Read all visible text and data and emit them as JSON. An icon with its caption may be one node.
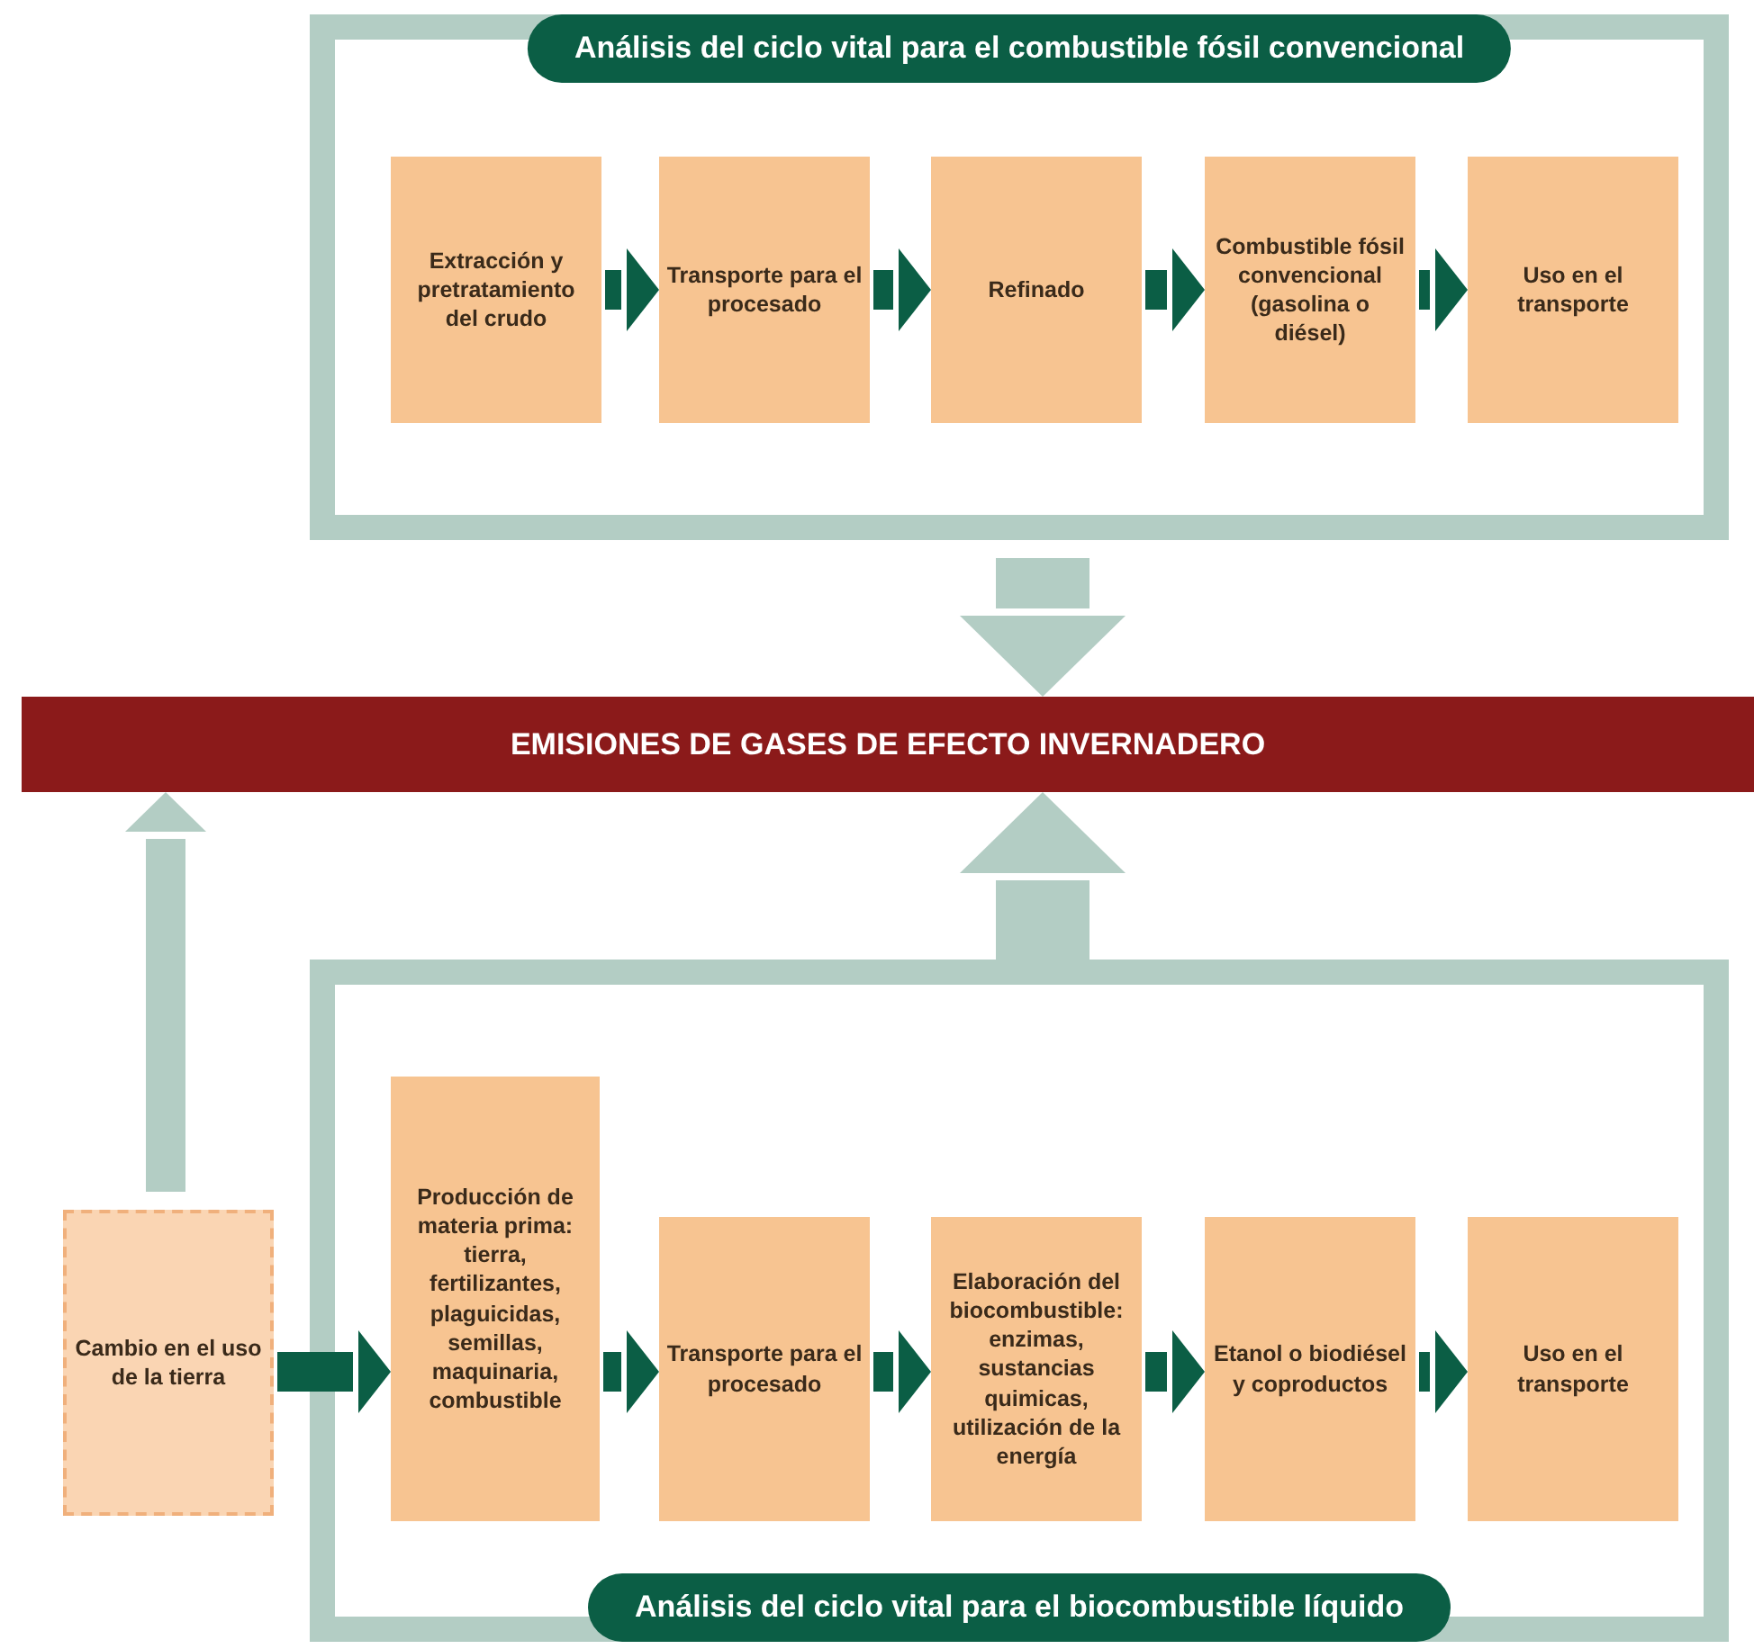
{
  "diagram": {
    "nodes": [
      {
        "text": [
          "Análisis del ciclo vital para el combustible fósil convencional"
        ]
      },
      {
        "text": [
          "Extracción y pretratamiento del crudo"
        ],
        "in": 0
      },
      {
        "text": [
          "Transporte para el procesado"
        ],
        "in": 0
      },
      {
        "text": [
          "Refinado"
        ],
        "in": 0
      },
      {
        "text": [
          "Combustible fósil convencional (gasolina o diésel)"
        ],
        "in": 0
      },
      {
        "text": [
          "Uso en el transporte"
        ],
        "in": 0
      },
      {
        "text": [
          "EMISIONES DE GASES DE EFECTO INVERNADERO"
        ]
      },
      {
        "text": [
          "Cambio en el uso de la tierra"
        ]
      },
      {
        "text": [
          "Análisis del ciclo vital para el biocombustible líquido"
        ]
      },
      {
        "text": [
          "Producción de materia prima: tierra, fertilizantes, plaguicidas, semillas, maquinaria, combustible"
        ],
        "in": 8
      },
      {
        "text": [
          "Transporte para el procesado"
        ],
        "in": 8
      },
      {
        "text": [
          "Elaboración del biocombustible: enzimas, sustancias quimicas, utilización de la energía"
        ],
        "in": 8
      },
      {
        "text": [
          "Etanol o biodiésel y coproductos"
        ],
        "in": 8
      },
      {
        "text": [
          "Uso en el transporte"
        ],
        "in": 8
      }
    ],
    "edges": [
      {
        "from": 1,
        "to": 2,
        "arrow": "to"
      },
      {
        "from": 2,
        "to": 3,
        "arrow": "to"
      },
      {
        "from": 3,
        "to": 4,
        "arrow": "to"
      },
      {
        "from": 4,
        "to": 5,
        "arrow": "to"
      },
      {
        "from": 0,
        "to": 6,
        "arrow": "to",
        "style": "thick",
        "color": "#b3cdc4"
      },
      {
        "from": 8,
        "to": 6,
        "arrow": "to",
        "style": "thick",
        "color": "#b3cdc4"
      },
      {
        "from": 7,
        "to": 6,
        "arrow": "to",
        "color": "#b3cdc4"
      },
      {
        "from": 7,
        "to": 9,
        "arrow": "to"
      },
      {
        "from": 9,
        "to": 10,
        "arrow": "to"
      },
      {
        "from": 10,
        "to": 11,
        "arrow": "to"
      },
      {
        "from": 11,
        "to": 12,
        "arrow": "to"
      },
      {
        "from": 12,
        "to": 13,
        "arrow": "to"
      }
    ]
  }
}
